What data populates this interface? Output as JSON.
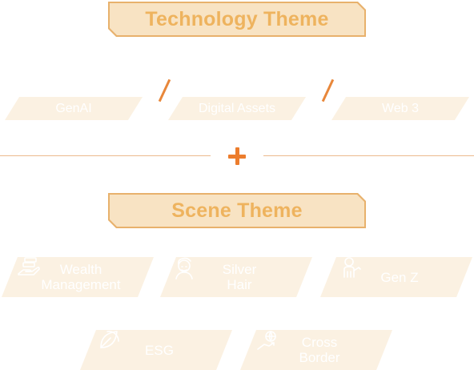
{
  "colors": {
    "heading_fill": "#f8e3c3",
    "heading_border": "#e8b16c",
    "heading_text": "#eeb35e",
    "tile_fill": "#fbf1e2",
    "tile_text": "#ffffff",
    "accent": "#ec7d2d",
    "divider": "#ecb98d"
  },
  "technology": {
    "heading": "Technology Theme",
    "items": [
      {
        "label": "GenAI"
      },
      {
        "label": "Digital Assets"
      },
      {
        "label": "Web 3"
      }
    ]
  },
  "scene": {
    "heading": "Scene Theme",
    "items": [
      {
        "label": "Wealth\nManagement",
        "icon": "wealth-hand-icon"
      },
      {
        "label": "Silver\nHair",
        "icon": "elder-icon"
      },
      {
        "label": "Gen Z",
        "icon": "young-person-icon"
      },
      {
        "label": "ESG",
        "icon": "esg-leaf-icon"
      },
      {
        "label": "Cross\nBorder",
        "icon": "cross-border-icon"
      }
    ]
  }
}
